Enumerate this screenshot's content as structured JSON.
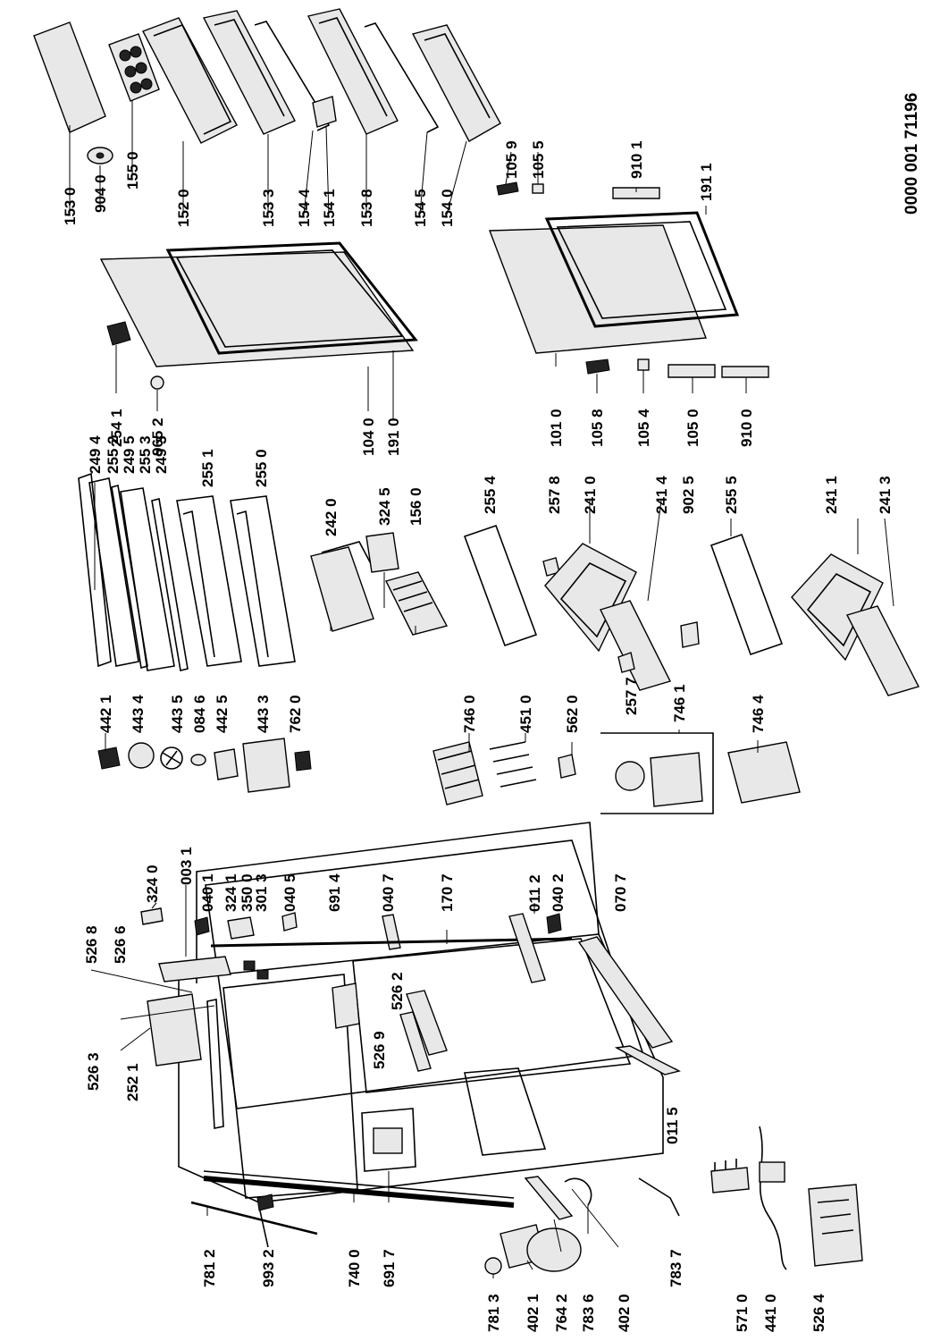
{
  "document_number": "0000 001 71196",
  "part_labels": {
    "p1530": "153 0",
    "p9040": "904 0",
    "p1550": "155 0",
    "p1520": "152 0",
    "p1533": "153 3",
    "p1544": "154 4",
    "p1541": "154 1",
    "p1538": "153 8",
    "p1545": "154 5",
    "p1540": "154 0",
    "p2541": "254 1",
    "p9652": "965 2",
    "p1040": "104 0",
    "p1910": "191 0",
    "p1059": "105 9",
    "p1055": "105 5",
    "p9101": "910 1",
    "p1911": "191 1",
    "p1010": "101 0",
    "p1058": "105 8",
    "p1054": "105 4",
    "p1050": "105 0",
    "p9100": "910 0",
    "p2494": "249 4",
    "p2552": "255 2",
    "p2495": "249 5",
    "p2553": "255 3",
    "p2493": "249 3",
    "p2551": "255 1",
    "p2550": "255 0",
    "p2420": "242 0",
    "p3245": "324 5",
    "p1560": "156 0",
    "p2554": "255 4",
    "p2578": "257 8",
    "p2410": "241 0",
    "p2414": "241 4",
    "p9025": "902 5",
    "p2577": "257 7",
    "p2555": "255 5",
    "p2411": "241 1",
    "p2413": "241 3",
    "p4421": "442 1",
    "p4434": "443 4",
    "p4435": "443 5",
    "p0846": "084 6",
    "p4425": "442 5",
    "p4433": "443 3",
    "p7620": "762 0",
    "p7460": "746 0",
    "p4510": "451 0",
    "p5620": "562 0",
    "p7461": "746 1",
    "p7464": "746 4",
    "p3240": "324 0",
    "p0031": "003 1",
    "p0401": "040 1",
    "p3241": "324 1",
    "p3500": "350 0",
    "p3013": "301 3",
    "p0405": "040 5",
    "p6914": "691 4",
    "p0407": "040 7",
    "p1707": "170 7",
    "p0112": "011 2",
    "p0402": "040 2",
    "p0707": "070 7",
    "p5268": "526 8",
    "p5266": "526 6",
    "p5262": "526 2",
    "p5269": "526 9",
    "p5263": "526 3",
    "p2521": "252 1",
    "p0115": "011 5",
    "p7812": "781 2",
    "p9932": "993 2",
    "p7400": "740 0",
    "p6917": "691 7",
    "p7813": "781 3",
    "p4021": "402 1",
    "p7642": "764 2",
    "p7836": "783 6",
    "p4020": "402 0",
    "p7837": "783 7",
    "p5710": "571 0",
    "p4410": "441 0",
    "p5264": "526 4"
  }
}
